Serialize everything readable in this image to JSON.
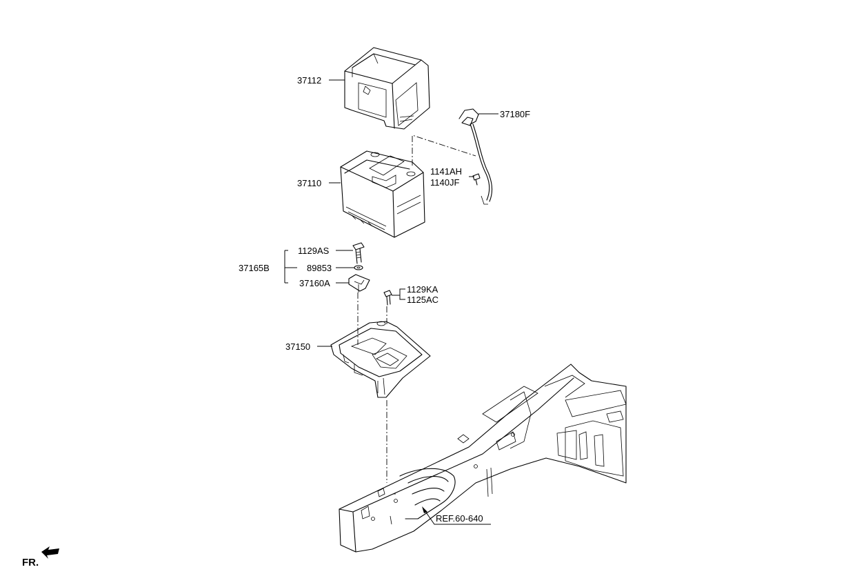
{
  "labels": {
    "battery_insulation_pad": "37112",
    "battery_cable": "37180F",
    "bolt_1141AH": "1141AH",
    "bolt_1140JF": "1140JF",
    "battery": "37110",
    "bolt_1129AS": "1129AS",
    "washer_89853": "89853",
    "clamp_37160A": "37160A",
    "clamp_assy_37165B": "37165B",
    "bolt_1129KA": "1129KA",
    "bolt_1125AC": "1125AC",
    "battery_tray": "37150",
    "reference": "REF.60-640"
  },
  "front_indicator": {
    "text": "FR.",
    "icon": "front-arrow-icon"
  }
}
